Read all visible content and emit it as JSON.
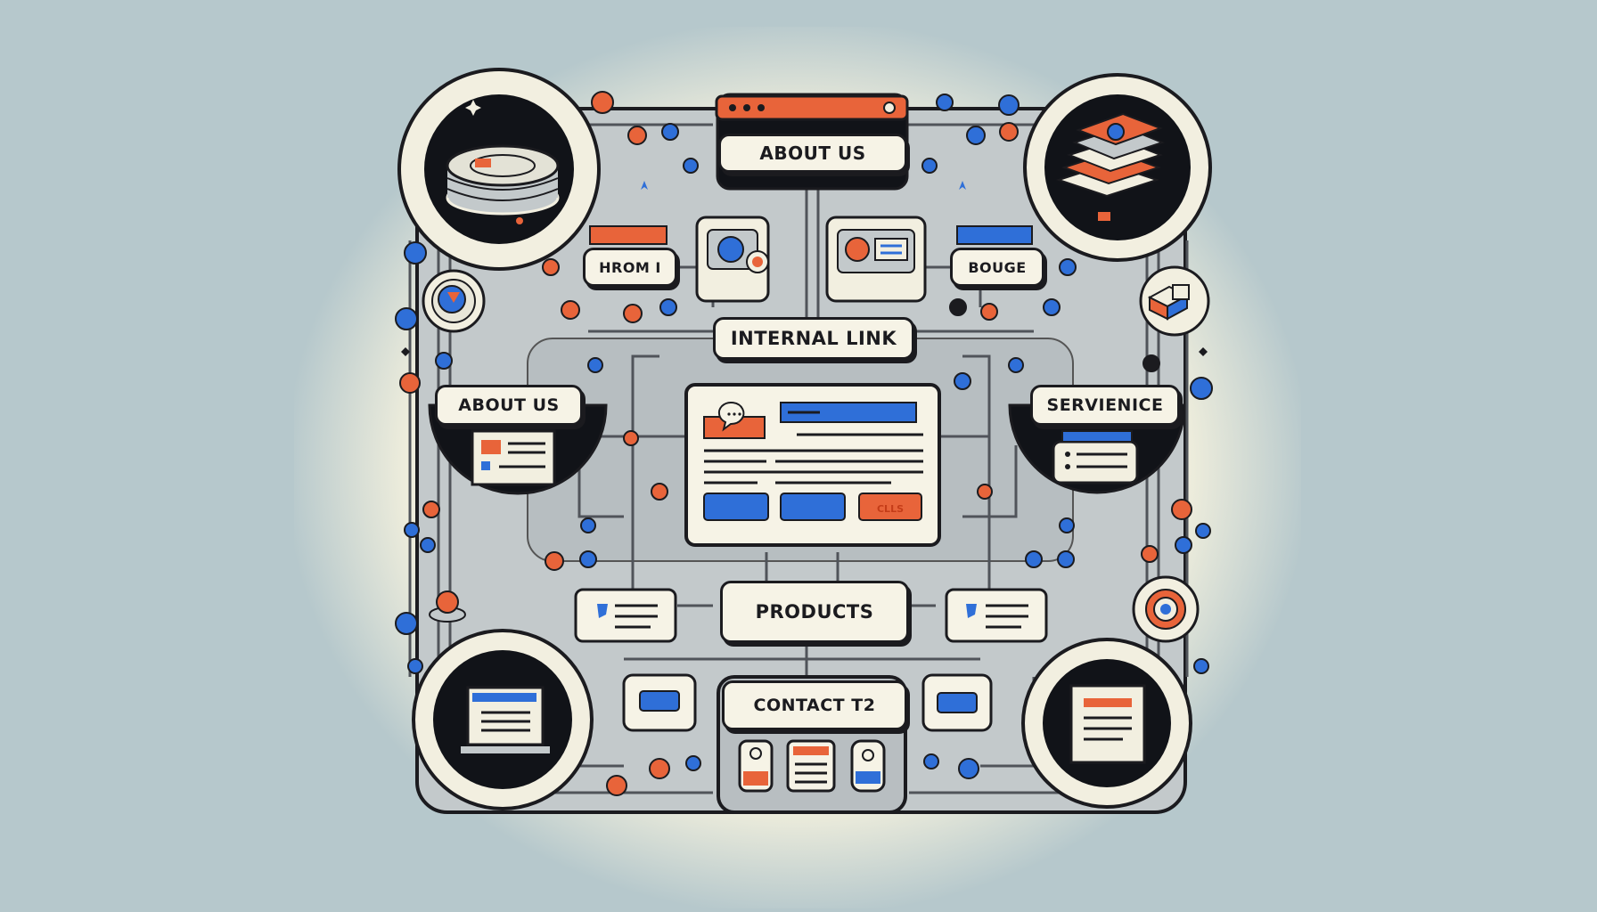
{
  "labels": {
    "about_top": "About us",
    "hrom": "HROM I",
    "bouge": "BOUGE",
    "internal_link": "Internal link",
    "about_left": "About us",
    "servience": "SERVIENICE",
    "products": "PRODUCTS",
    "contact": "CONTACT T2"
  },
  "mock_button_text": "CLLS",
  "colors": {
    "background": "#b6c8cc",
    "panel": "#c3c9cb",
    "outline": "#1b1b1f",
    "cream": "#f6f3e6",
    "orange": "#e8643a",
    "blue": "#2f6fd8",
    "dark_circle": "#111318"
  },
  "icons": [
    "database-icon",
    "stacked-books-icon",
    "cube-box-icon",
    "avatar-icon",
    "laptop-icon",
    "document-icon",
    "target-icon",
    "chat-bubble-icon",
    "browser-window-icon",
    "mobile-device-icon"
  ]
}
